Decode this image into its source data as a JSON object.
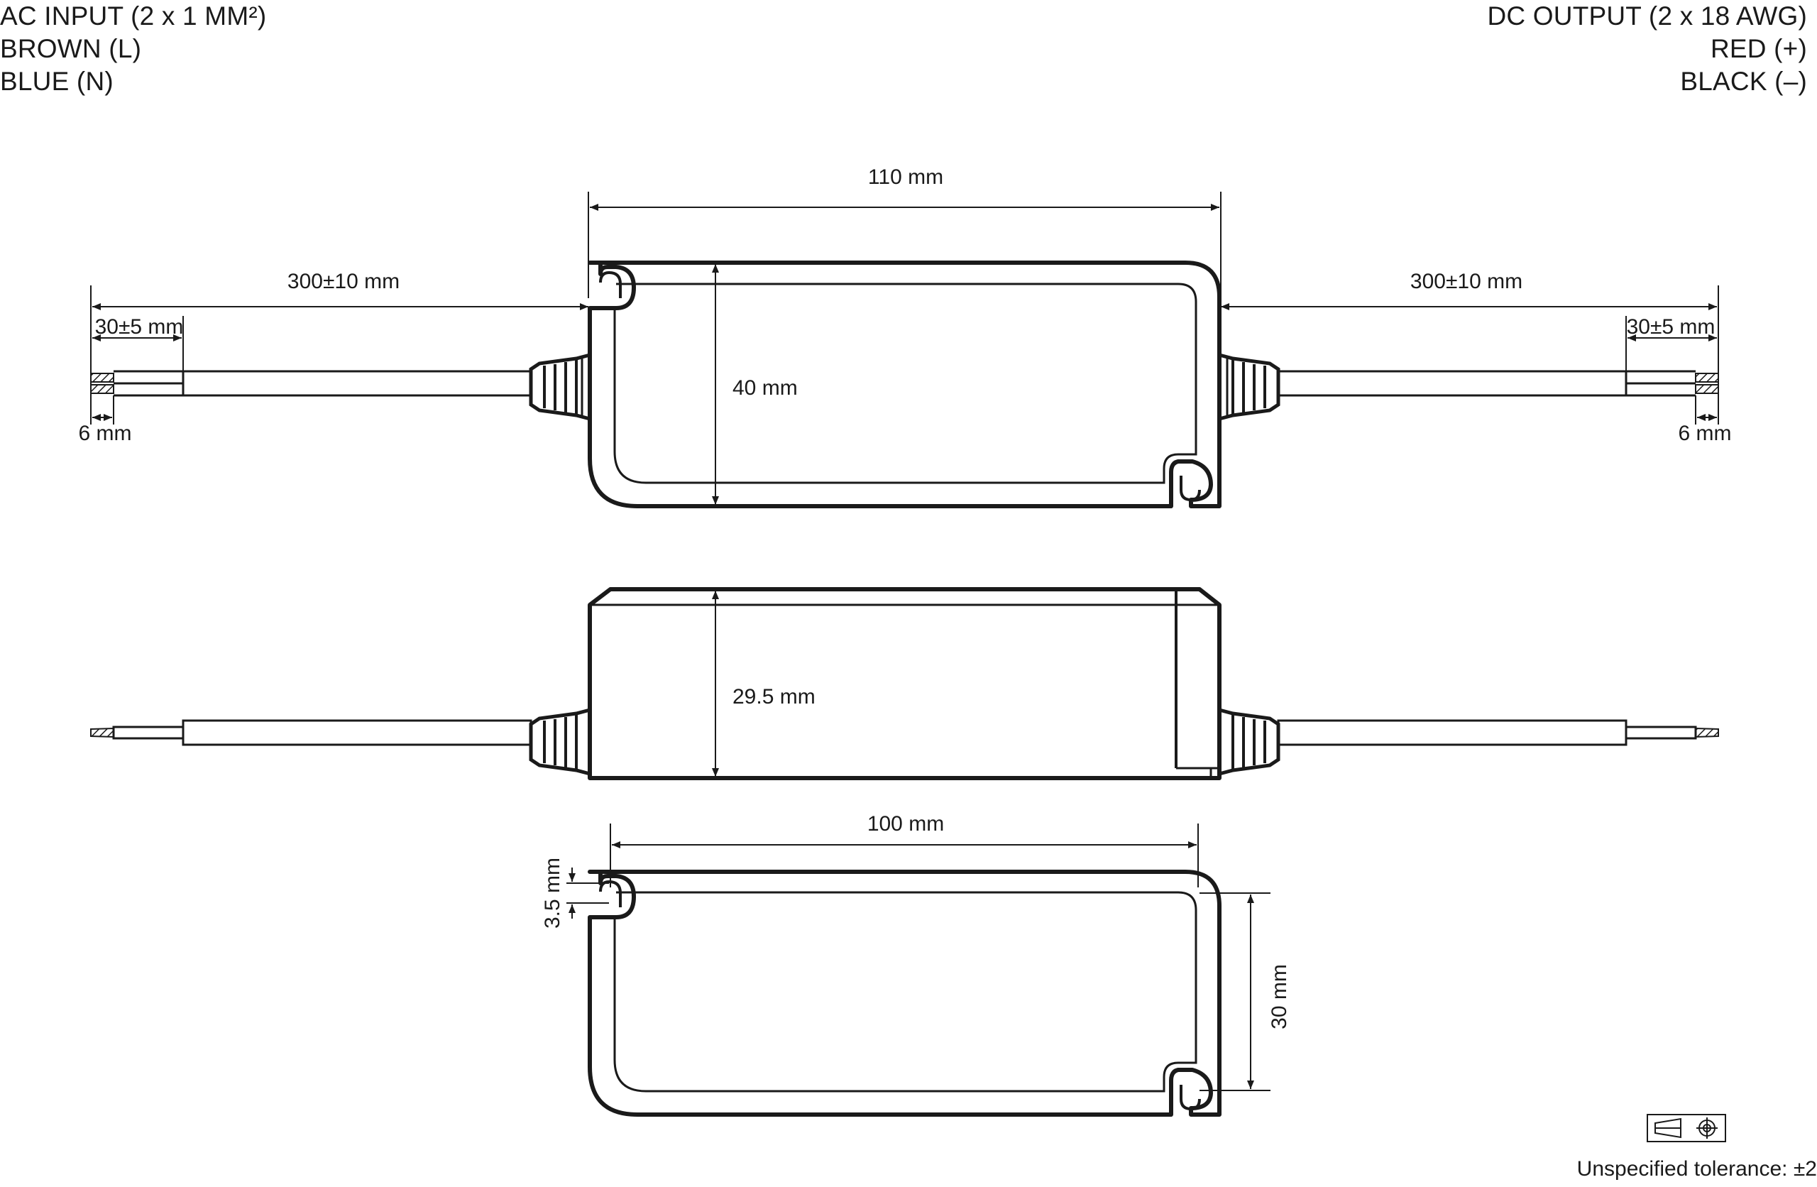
{
  "header_left": {
    "line1": "AC INPUT (2 x 1 MM²)",
    "line2": "BROWN (L)",
    "line3": "BLUE (N)"
  },
  "header_right": {
    "line1": "DC OUTPUT (2 x 18 AWG)",
    "line2": "RED (+)",
    "line3": "BLACK (–)"
  },
  "dimensions": {
    "length_top": "110 mm",
    "cable_left": "300±10 mm",
    "cable_right": "300±10 mm",
    "strip_left": "30±5 mm",
    "strip_right": "30±5 mm",
    "tip_left": "6 mm",
    "tip_right": "6 mm",
    "width_top": "40 mm",
    "height_side": "29.5 mm",
    "mount_spacing": "100 mm",
    "slot_width": "3.5 mm",
    "mount_height": "30 mm"
  },
  "footer": {
    "tolerance": "Unspecified tolerance: ±2"
  },
  "icons": [
    "third-angle-projection-icon"
  ],
  "colors": {
    "line": "#1a1a1a",
    "background": "#ffffff"
  }
}
